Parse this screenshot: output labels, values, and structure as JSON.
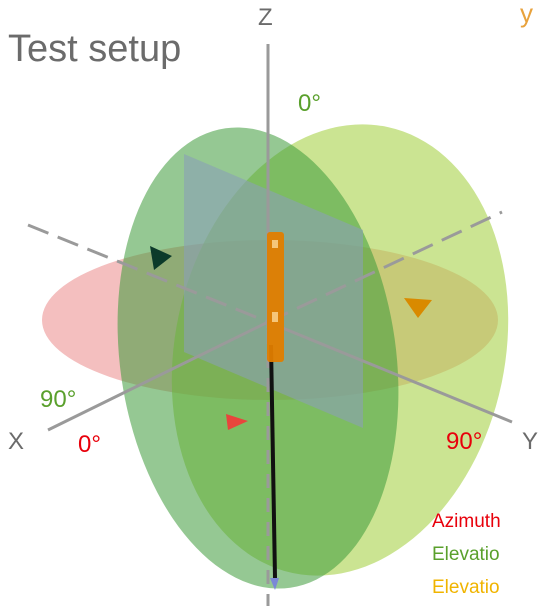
{
  "title": "Test setup",
  "top_right_fragment": "y",
  "axes": {
    "x": "X",
    "y": "Y",
    "z": "Z"
  },
  "angle_labels": {
    "elevation_top": "0°",
    "elevation_side": "90°",
    "azimuth_zero": "0°",
    "azimuth_ninety": "90°"
  },
  "legend": [
    {
      "text": "Azimuth",
      "color": "#e8000b"
    },
    {
      "text": "Elevatio",
      "color": "#5aa02c"
    },
    {
      "text": "Elevatio",
      "color": "#f0b400"
    }
  ],
  "colors": {
    "azimuth_plane": "#e98080",
    "elevation_plane_1": "#3e9a3a",
    "elevation_plane_2": "#a9d24a",
    "ground_plane": "#8aa0b5",
    "antenna": "#e07d00",
    "axis_gray": "#9a9a9a",
    "arrow_dark": "#0c3a2a",
    "arrow_orange": "#d98a00",
    "arrow_red": "#e8453c",
    "arrow_blue": "#7b88d6",
    "cable": "#111111"
  }
}
